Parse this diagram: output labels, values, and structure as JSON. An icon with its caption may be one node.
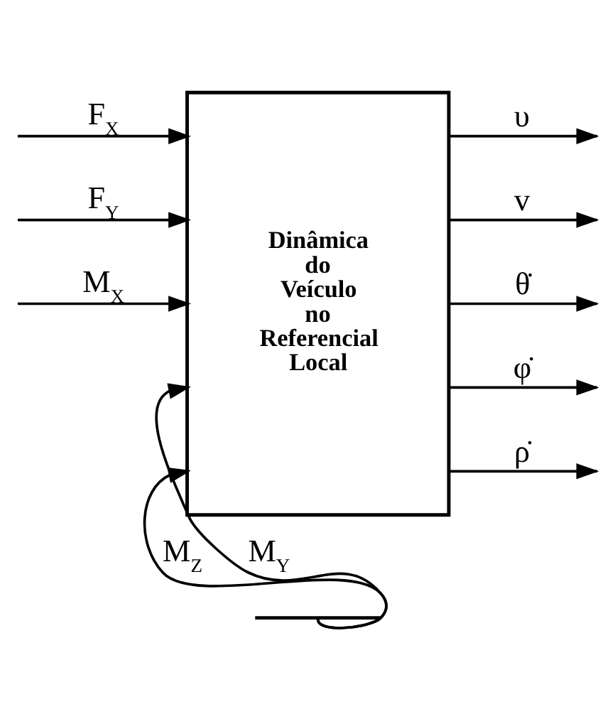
{
  "diagram": {
    "nodes": [
      {
        "text": [
          "Dinâmica do Veículo no Referencial Local"
        ]
      },
      {
        "text": [],
        "shape": "bracket"
      }
    ],
    "edges": [
      {
        "from": null,
        "to": 0,
        "arrow": "to",
        "label": "F$_{X}$"
      },
      {
        "from": null,
        "to": 0,
        "arrow": "to",
        "label": "F$_{Y}$"
      },
      {
        "from": null,
        "to": 0,
        "arrow": "to",
        "label": "M$_{X}$"
      },
      {
        "from": 1,
        "to": 0,
        "arrow": "to",
        "label": "M$_{Y}$"
      },
      {
        "from": 1,
        "to": 0,
        "arrow": "to",
        "label": "M$_{Z}$"
      },
      {
        "from": 0,
        "to": null,
        "arrow": "to",
        "label": "υ"
      },
      {
        "from": 0,
        "to": null,
        "arrow": "to",
        "label": "v"
      },
      {
        "from": 0,
        "to": null,
        "arrow": "to",
        "label": "θ̇"
      },
      {
        "from": 0,
        "to": null,
        "arrow": "to",
        "label": "φ̇"
      },
      {
        "from": 0,
        "to": null,
        "arrow": "to",
        "label": "ρ̇"
      }
    ]
  }
}
